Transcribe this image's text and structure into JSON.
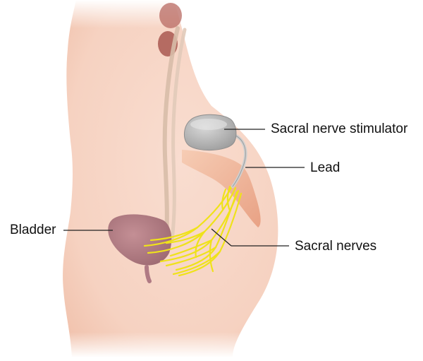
{
  "labels": {
    "stimulator": "Sacral nerve stimulator",
    "lead": "Lead",
    "nerves": "Sacral nerves",
    "bladder": "Bladder"
  },
  "colors": {
    "skin": "#f7d6c6",
    "skin_edge": "#f2c4b0",
    "bladder": "#b67d84",
    "kidney": "#b05a55",
    "ureter": "#d8bfae",
    "stimulator": "#bdbdbd",
    "sacrum": "#f0b69a",
    "nerve": "#f2e414",
    "pointer": "#222222"
  }
}
